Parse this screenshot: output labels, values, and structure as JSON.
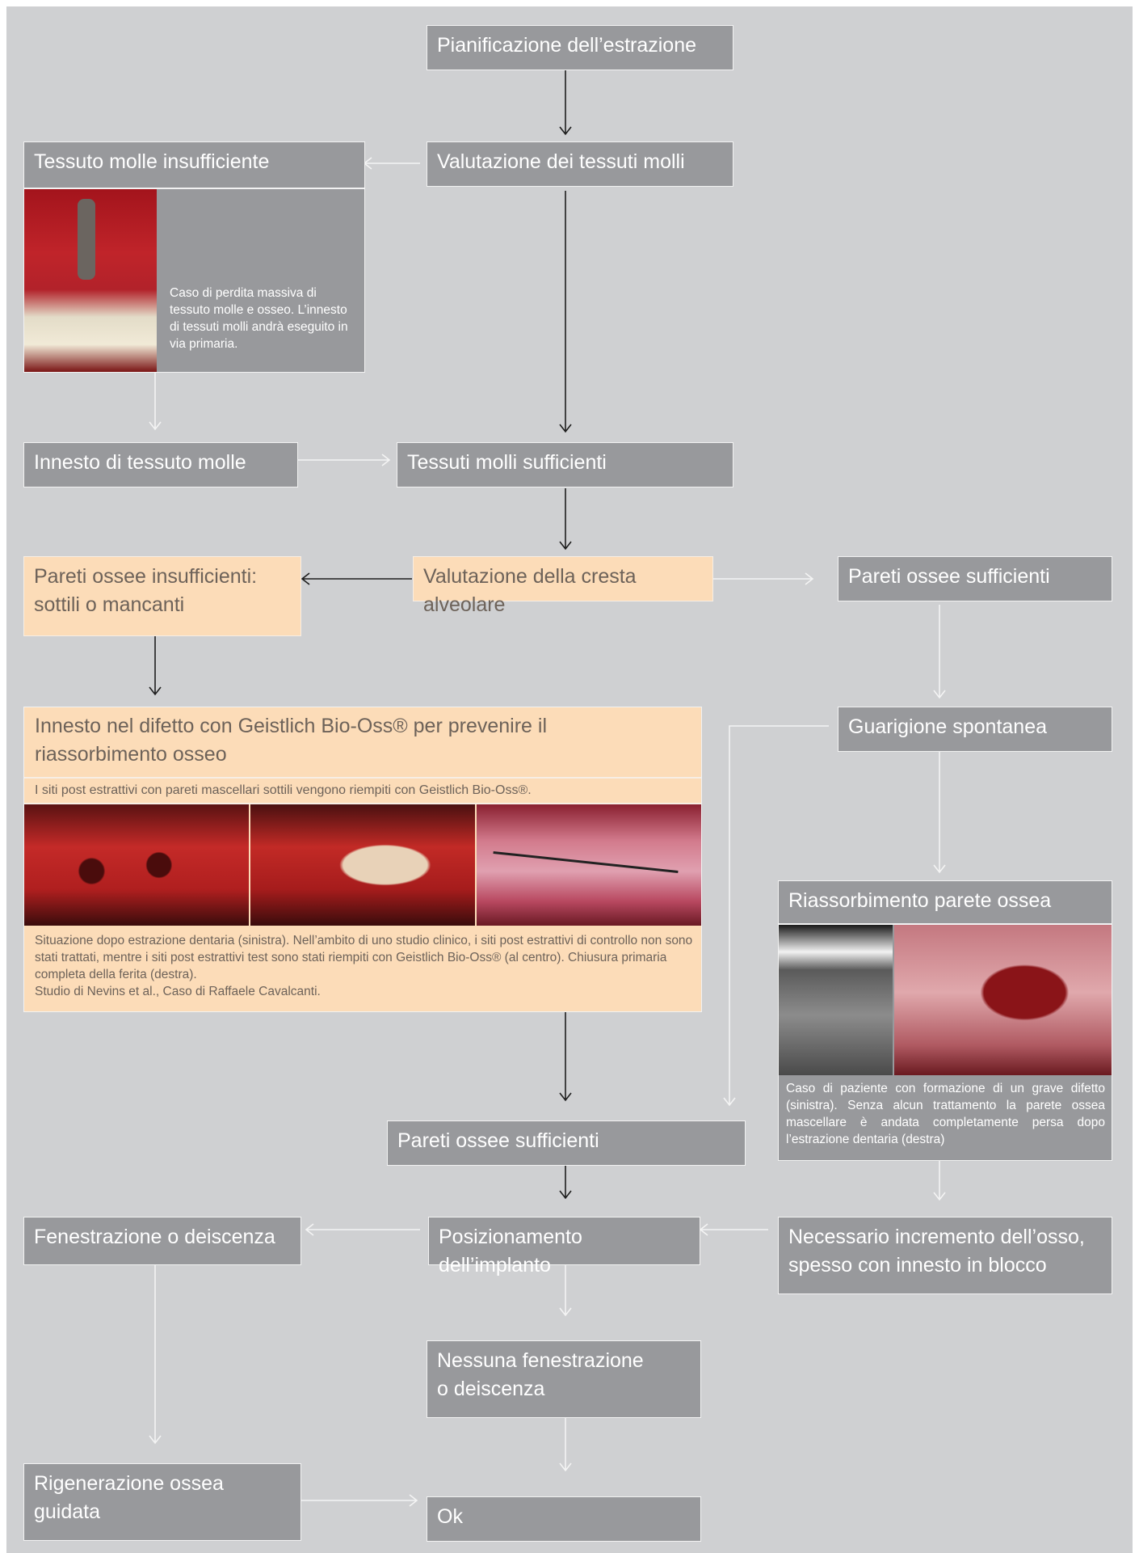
{
  "nodes": {
    "planning": "Pianificazione dell’estrazione",
    "soft_eval": "Valutazione dei tessuti molli",
    "soft_insufficient": "Tessuto molle insufficiente",
    "soft_insufficient_caption": "Caso di perdita massiva di tessuto molle e osseo. L’innesto di tessuti molli andrà eseguito in via primaria.",
    "soft_graft": "Innesto di tessuto molle",
    "soft_sufficient": "Tessuti molli sufficienti",
    "ridge_eval": "Valutazione della cresta alveolare",
    "walls_insufficient_1": "Pareti ossee insufficienti:",
    "walls_insufficient_2": "sottili o mancanti",
    "walls_sufficient_right": "Pareti ossee sufficienti",
    "graft_title_1": "Innesto nel difetto con Geistlich Bio-Oss® per prevenire il",
    "graft_title_2": "riassorbimento osseo",
    "graft_subtitle": "I siti post estrattivi con pareti mascellari sottili vengono riempiti con Geistlich Bio-Oss®.",
    "graft_caption": "Situazione dopo estrazione dentaria (sinistra). Nell’ambito di uno studio clinico, i siti post estrattivi di controllo non sono stati trattati, mentre i siti post estrattivi test sono stati riempiti con Geistlich Bio-Oss® (al centro). Chiusura primaria completa della ferita (destra).",
    "graft_study": "Studio di Nevins et al., Caso di Raffaele Cavalcanti.",
    "spontaneous": "Guarigione spontanea",
    "resorption": "Riassorbimento parete ossea",
    "resorption_caption": "Caso di paziente con formazione di un grave difetto (sinistra). Senza alcun trattamento la parete ossea mascellare è andata completamente persa dopo l’estrazione dentaria (destra)",
    "walls_sufficient_center": "Pareti ossee sufficienti",
    "fenestration": "Fenestrazione o deiscenza",
    "implant": "Posizionamento dell’implanto",
    "bone_increase_1": "Necessario incremento dell’osso,",
    "bone_increase_2": "spesso con innesto in blocco",
    "no_fenestration_1": "Nessuna fenestrazione",
    "no_fenestration_2": "o deiscenza",
    "gbr_1": "Rigenerazione ossea",
    "gbr_2": "guidata",
    "ok": "Ok"
  },
  "colors": {
    "background": "#cfd0d2",
    "box_gray": "#98999c",
    "box_orange": "#fcdcb8",
    "arrow_dark": "#1e1e1e",
    "arrow_light": "#f4f4f4"
  }
}
